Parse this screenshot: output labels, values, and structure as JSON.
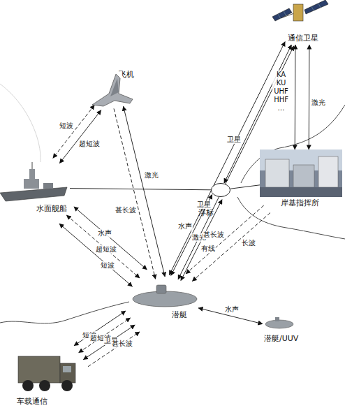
{
  "diagram": {
    "nodes": [
      {
        "text": [
          "通信卫星"
        ]
      },
      {
        "text": [
          "飞机"
        ]
      },
      {
        "text": [
          "水面舰船"
        ]
      },
      {
        "text": [
          "岸基指挥所"
        ]
      },
      {
        "text": [
          "浮标"
        ]
      },
      {
        "text": [
          "潜艇"
        ]
      },
      {
        "text": [
          "潜艇/UUV"
        ]
      },
      {
        "text": [
          "车载通信"
        ]
      }
    ],
    "edges": [
      {
        "from": 0,
        "to": 3,
        "label": "激光",
        "arrow": "both"
      },
      {
        "from": 0,
        "to": 3,
        "label": "KA KU UHF HHF …",
        "arrow": "both"
      },
      {
        "from": 0,
        "to": 4,
        "label": "卫星",
        "arrow": "both"
      },
      {
        "from": 0,
        "to": 5,
        "label": "卫星",
        "arrow": "both"
      },
      {
        "from": 0,
        "to": 5,
        "label": "激光",
        "arrow": "both"
      },
      {
        "from": 1,
        "to": 5,
        "label": "激光",
        "arrow": "both"
      },
      {
        "from": 1,
        "to": 5,
        "label": "甚长波",
        "arrow": "to"
      },
      {
        "from": 1,
        "to": 2,
        "label": "超短波",
        "arrow": "both"
      },
      {
        "from": 1,
        "to": 2,
        "label": "短波",
        "arrow": "both"
      },
      {
        "from": 2,
        "to": 5,
        "label": "水声",
        "arrow": "both"
      },
      {
        "from": 2,
        "to": 5,
        "label": "超短波",
        "arrow": "both"
      },
      {
        "from": 2,
        "to": 5,
        "label": "短波",
        "arrow": "both"
      },
      {
        "from": 2,
        "to": 4,
        "arrow": "none"
      },
      {
        "from": 4,
        "to": 3,
        "arrow": "none"
      },
      {
        "from": 4,
        "to": 5,
        "label": "有线",
        "arrow": "both"
      },
      {
        "from": 4,
        "to": 5,
        "label": "水声",
        "arrow": "both"
      },
      {
        "from": 3,
        "to": 5,
        "label": "长波",
        "arrow": "to"
      },
      {
        "from": 3,
        "to": 5,
        "label": "甚长波",
        "arrow": "to"
      },
      {
        "from": 5,
        "to": 6,
        "label": "水声",
        "arrow": "both"
      },
      {
        "from": 7,
        "to": 5,
        "label": "短波",
        "arrow": "both"
      },
      {
        "from": 7,
        "to": 5,
        "label": "超短波",
        "arrow": "both"
      },
      {
        "from": 7,
        "to": 5,
        "label": "卫星",
        "arrow": "both"
      },
      {
        "from": 7,
        "to": 5,
        "label": "甚长波",
        "arrow": "to"
      }
    ]
  }
}
